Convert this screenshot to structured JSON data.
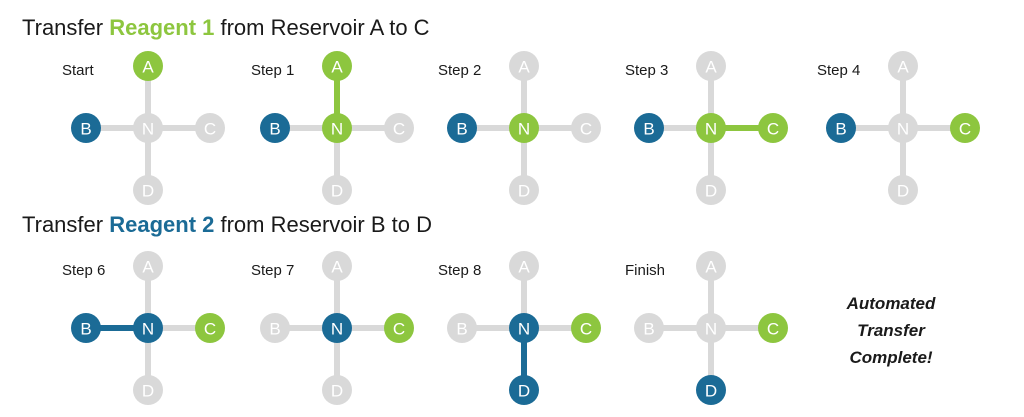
{
  "colors": {
    "inactive": "#d9d9d9",
    "reagent1": "#8dc63f",
    "reagent2": "#1b6b96",
    "text": "#1a1a1a"
  },
  "sections": [
    {
      "prefix": "Transfer ",
      "highlight": "Reagent 1",
      "suffix": " from Reservoir A to C",
      "highlight_color": "#8dc63f"
    },
    {
      "prefix": "Transfer ",
      "highlight": "Reagent 2",
      "suffix": " from Reservoir B to D",
      "highlight_color": "#1b6b96"
    }
  ],
  "steps": [
    {
      "label": "Start",
      "row": 0,
      "col": 0,
      "nodes": {
        "A": "green",
        "B": "blue",
        "N": "grey",
        "C": "grey",
        "D": "grey"
      },
      "paths": []
    },
    {
      "label": "Step 1",
      "row": 0,
      "col": 1,
      "nodes": {
        "A": "green",
        "B": "blue",
        "N": "green",
        "C": "grey",
        "D": "grey"
      },
      "paths": [
        [
          "A",
          "green"
        ]
      ]
    },
    {
      "label": "Step 2",
      "row": 0,
      "col": 2,
      "nodes": {
        "A": "grey",
        "B": "blue",
        "N": "green",
        "C": "grey",
        "D": "grey"
      },
      "paths": []
    },
    {
      "label": "Step 3",
      "row": 0,
      "col": 3,
      "nodes": {
        "A": "grey",
        "B": "blue",
        "N": "green",
        "C": "green",
        "D": "grey"
      },
      "paths": [
        [
          "C",
          "green"
        ]
      ]
    },
    {
      "label": "Step 4",
      "row": 0,
      "col": 4,
      "nodes": {
        "A": "grey",
        "B": "blue",
        "N": "grey",
        "C": "green",
        "D": "grey"
      },
      "paths": []
    },
    {
      "label": "Step 6",
      "row": 1,
      "col": 0,
      "nodes": {
        "A": "grey",
        "B": "blue",
        "N": "blue",
        "C": "green",
        "D": "grey"
      },
      "paths": [
        [
          "B",
          "blue"
        ]
      ]
    },
    {
      "label": "Step 7",
      "row": 1,
      "col": 1,
      "nodes": {
        "A": "grey",
        "B": "grey",
        "N": "blue",
        "C": "green",
        "D": "grey"
      },
      "paths": []
    },
    {
      "label": "Step 8",
      "row": 1,
      "col": 2,
      "nodes": {
        "A": "grey",
        "B": "grey",
        "N": "blue",
        "C": "green",
        "D": "blue"
      },
      "paths": [
        [
          "D",
          "blue"
        ]
      ]
    },
    {
      "label": "Finish",
      "row": 1,
      "col": 3,
      "nodes": {
        "A": "grey",
        "B": "grey",
        "N": "grey",
        "C": "green",
        "D": "blue"
      },
      "paths": []
    }
  ],
  "completion_note": [
    "Automated",
    "Transfer",
    "Complete!"
  ]
}
